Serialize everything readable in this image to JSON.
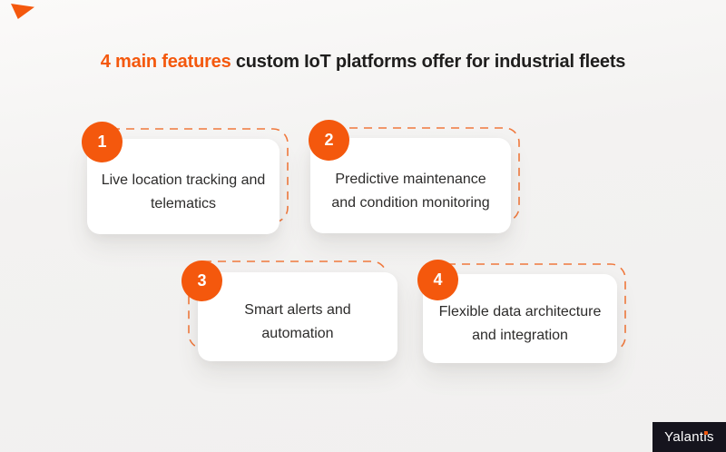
{
  "title": {
    "highlight": "4 main features",
    "rest": " custom IoT platforms offer for industrial fleets"
  },
  "cards": [
    {
      "number": "1",
      "lines": [
        "Live location tracking and",
        "telematics"
      ]
    },
    {
      "number": "2",
      "lines": [
        "Predictive maintenance",
        "and condition monitoring"
      ]
    },
    {
      "number": "3",
      "lines": [
        "Smart alerts and",
        "automation"
      ]
    },
    {
      "number": "4",
      "lines": [
        "Flexible data architecture",
        "and integration"
      ]
    }
  ],
  "logo": {
    "text": "Yalantis"
  },
  "colors": {
    "accent_orange": "#F4580D",
    "dashed_orange": "#F0793D",
    "title_text": "#1F1E1D",
    "card_text": "#2D2C2B",
    "card_background": "#FFFFFF",
    "badge_number": "#FFFFFF",
    "logo_background": "#15141D",
    "page_background": "#F2F1F0"
  }
}
